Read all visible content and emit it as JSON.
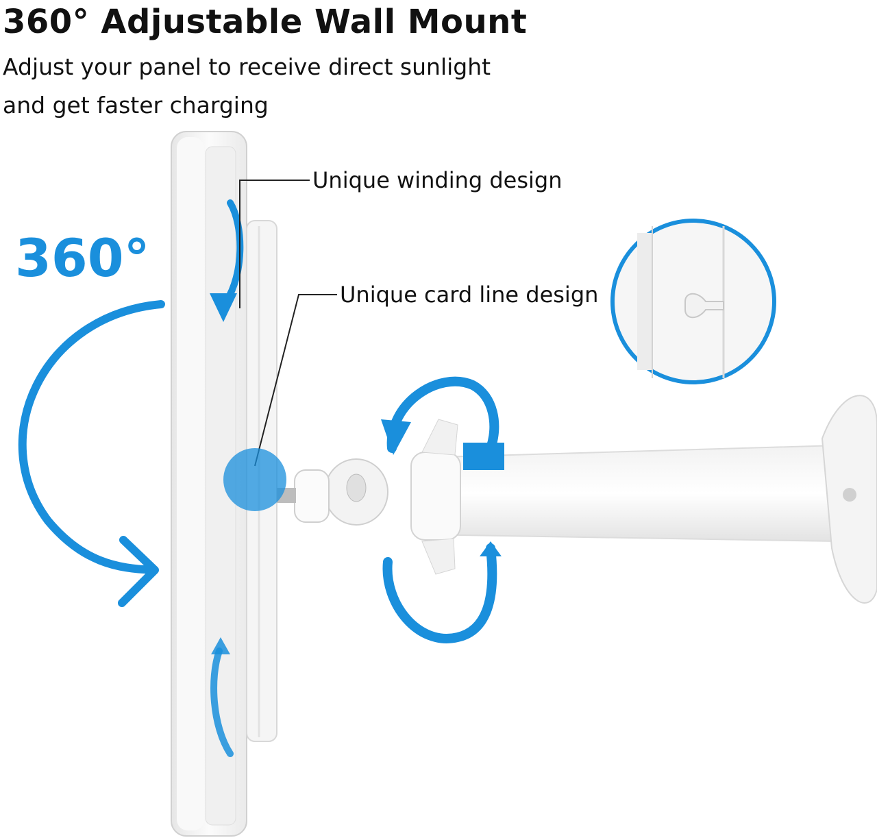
{
  "header": {
    "title": "360° Adjustable Wall Mount",
    "subtitle_line1": "Adjust your panel to receive direct sunlight",
    "subtitle_line2": "and get faster charging"
  },
  "rotation_badge": {
    "label": "360°"
  },
  "callouts": {
    "winding": "Unique winding design",
    "card_line": "Unique card line design"
  },
  "colors": {
    "accent_blue": "#1a8fdc",
    "panel_white": "#f7f7f7",
    "panel_edge": "#d9d9d9",
    "text": "#111111"
  }
}
